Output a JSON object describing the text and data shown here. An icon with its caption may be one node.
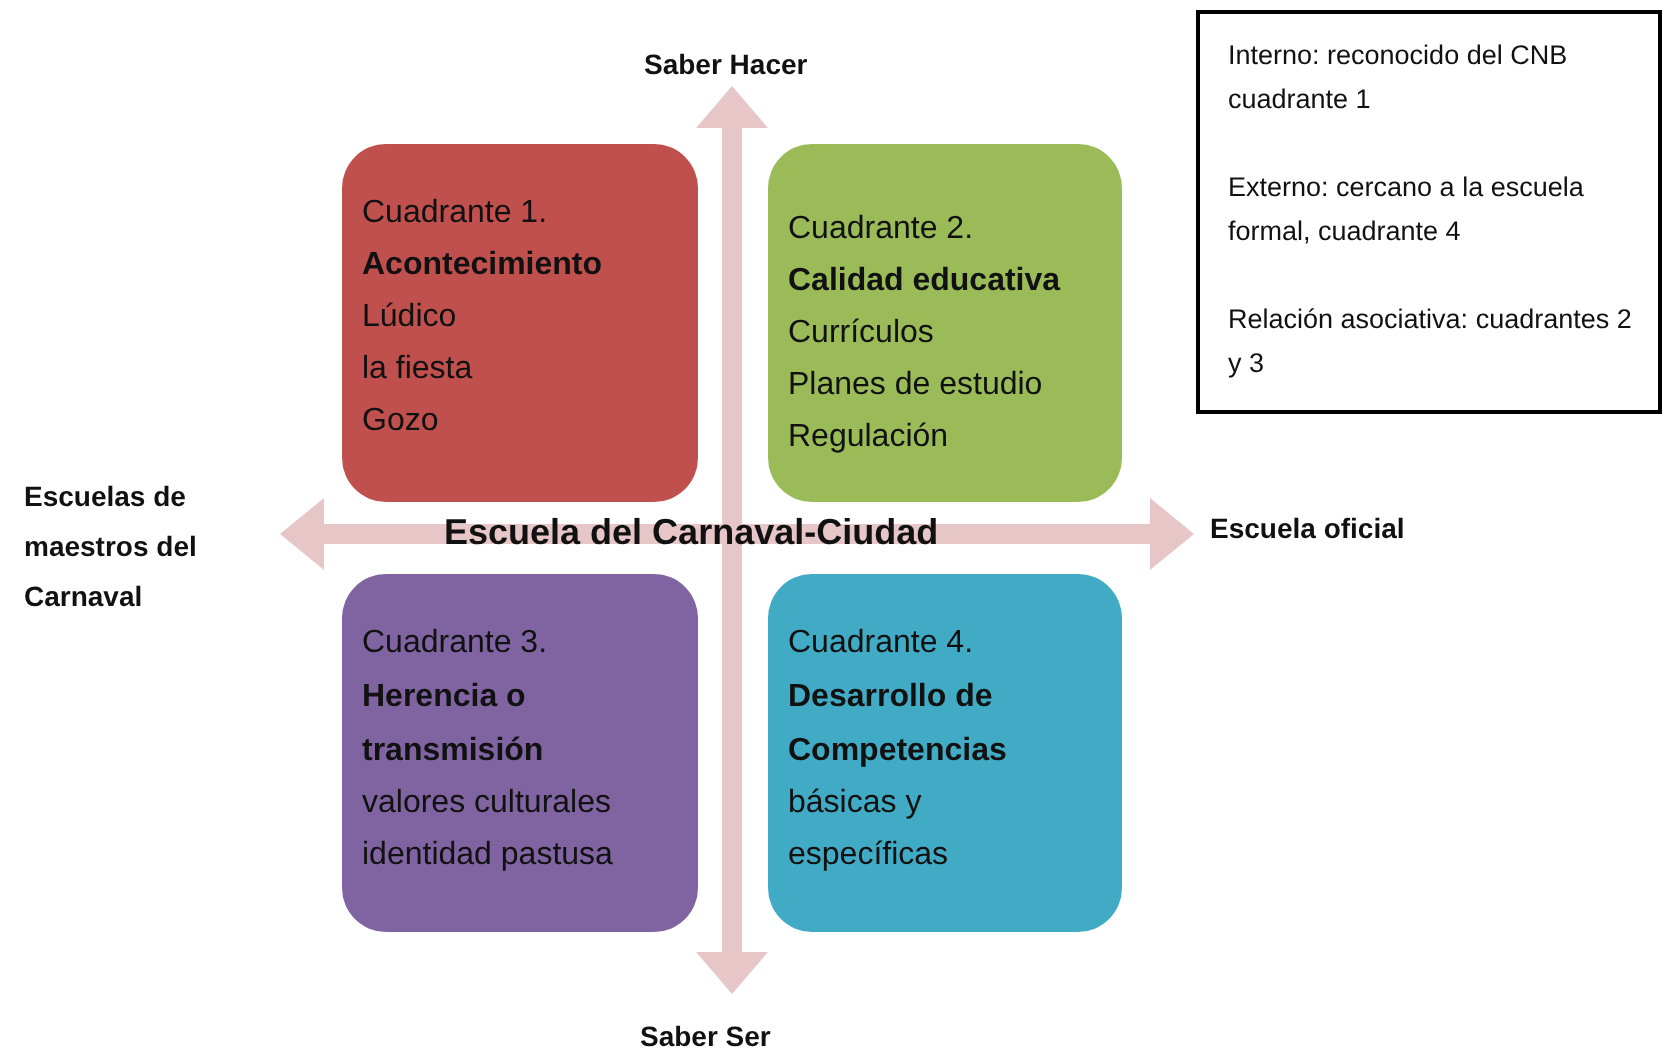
{
  "diagram": {
    "nodes": [
      {
        "text": [
          "Cuadrante 1.",
          "Acontecimiento",
          "Lúdico",
          "la fiesta",
          "Gozo"
        ]
      },
      {
        "text": [
          "Cuadrante 2.",
          "Calidad educativa",
          "Currículos",
          "Planes de estudio",
          "Regulación"
        ]
      },
      {
        "text": [
          "Cuadrante 3.",
          "Herencia o transmisión",
          "valores culturales",
          "identidad pastusa"
        ]
      },
      {
        "text": [
          "Cuadrante 4.",
          "Desarrollo de Competencias",
          "básicas y",
          "específicas"
        ]
      },
      {
        "text": [
          "Interno: reconocido del CNB cuadrante 1",
          "Externo: cercano a la escuela formal, cuadrante 4",
          "Relación asociativa: cuadrantes 2 y 3"
        ]
      }
    ],
    "labels": [
      "Saber Hacer",
      "Escuela oficial",
      "Escuelas de maestros del Carnaval",
      "Escuela del Carnaval-Ciudad",
      "Saber Ser"
    ]
  }
}
